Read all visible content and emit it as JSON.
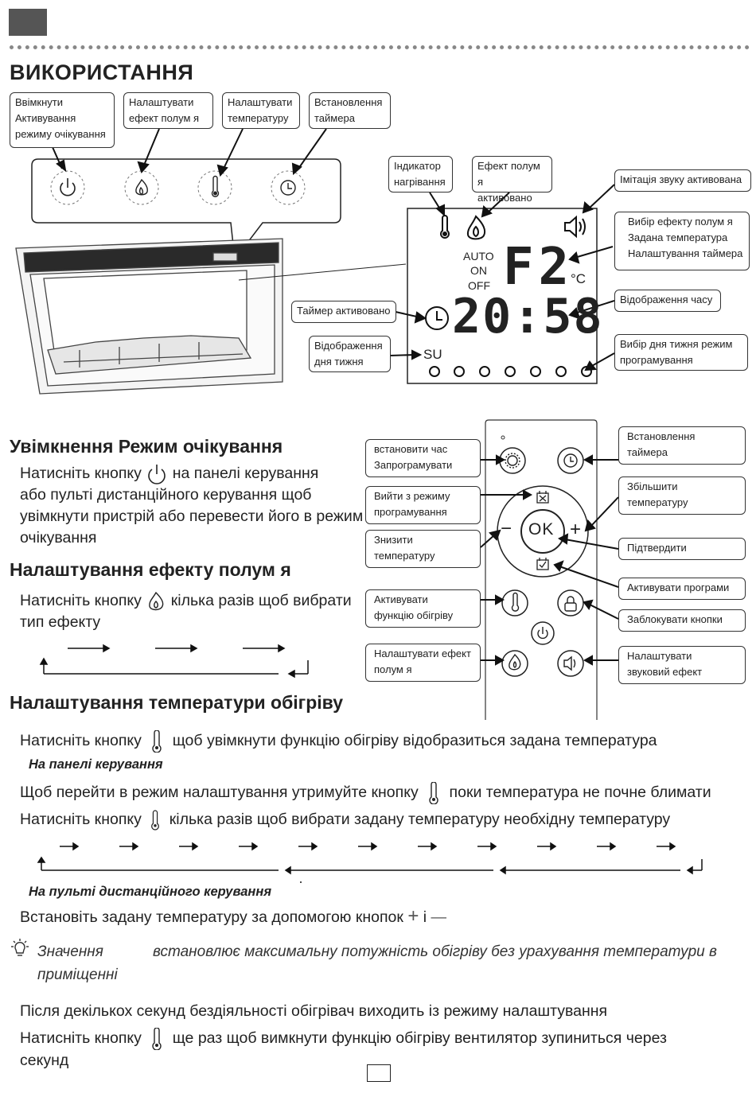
{
  "header": {
    "section_tab_color": "#555555",
    "title": "ВИКОРИСТАННЯ"
  },
  "panel_labels": [
    {
      "lines": [
        "Ввімкнути",
        "Активування",
        "режиму очікування"
      ]
    },
    {
      "lines": [
        "Налаштувати",
        "ефект полум я"
      ]
    },
    {
      "lines": [
        "Налаштувати",
        "температуру"
      ]
    },
    {
      "lines": [
        "Встановлення",
        "таймера"
      ]
    }
  ],
  "panel_icons": [
    "power-icon",
    "flame-icon",
    "thermometer-icon",
    "clock-icon"
  ],
  "display_labels": {
    "heat_indicator": [
      "Індикатор",
      "нагрівання"
    ],
    "flame_active": [
      "Ефект полум я",
      "активовано"
    ],
    "sound_active": [
      "Імітація звуку активована"
    ],
    "select_group": [
      "Вибір ефекту полум я",
      "Задана температура",
      "Налаштування таймера"
    ],
    "time_display": [
      "Відображення часу"
    ],
    "timer_active": [
      "Таймер активовано"
    ],
    "day_display": [
      "Відображення",
      "дня тижня"
    ],
    "day_select": [
      "Вибір дня тижня  режим",
      "програмування"
    ]
  },
  "lcd": {
    "mode_auto": "AUTO",
    "mode_on": "ON",
    "mode_off": "OFF",
    "setting": "F2",
    "unit": "°C",
    "time": "20:58",
    "day": "SU",
    "day_dots": 7
  },
  "sections": {
    "standby": {
      "heading": "Увімкнення  Режим очікування",
      "line1_a": "Натисніть кнопку",
      "line1_b": "на панелі керування",
      "line2": "або пульті дистанційного керування  щоб",
      "line3": "увімкнути пристрій або перевести його в режим",
      "line4": "очікування"
    },
    "flame": {
      "heading": "Налаштування ефекту полум я",
      "line1_a": "Натисніть кнопку",
      "line1_b": "кілька разів  щоб вибрати",
      "line2": "тип ефекту"
    },
    "temp": {
      "heading": "Налаштування температури обігріву",
      "line1_a": "Натисніть кнопку",
      "line1_b": "щоб увімкнути функцію обігріву  відобразиться задана температура",
      "panel_note": "На панелі керування",
      "line2_a": "Щоб перейти в режим налаштування утримуйте кнопку",
      "line2_b": "поки температура не почне блимати",
      "line3_a": "Натисніть кнопку",
      "line3_b": "кілька разів  щоб вибрати задану температуру  необхідну температуру",
      "remote_note": "На пульті дистанційного керування",
      "line4": "Встановіть задану температуру за допомогою кнопок",
      "line4_plus": "+",
      "line4_and": "і",
      "line4_minus": "—",
      "tip_a": "Значення",
      "tip_b": "встановлює максимальну потужність обігріву без урахування температури в",
      "tip_c": "приміщенні",
      "line5": "Після декількох секунд бездіяльності обігрівач виходить із режиму налаштування",
      "line6_a": "Натисніть кнопку",
      "line6_b": "ще раз  щоб вимкнути функцію обігріву  вентилятор зупиниться через",
      "line7": "секунд"
    }
  },
  "remote_labels": {
    "set_time": [
      "встановити час",
      "Запрограмувати"
    ],
    "exit_prog": [
      "Вийти з режиму",
      "програмування"
    ],
    "temp_down": [
      "Знизити",
      "температуру"
    ],
    "heat_on": [
      "Активувати",
      "функцію обігріву"
    ],
    "flame_set": [
      "Налаштувати ефект",
      "полум я"
    ],
    "timer_set": [
      "Встановлення",
      "таймера"
    ],
    "temp_up": [
      "Збільшити",
      "температуру"
    ],
    "confirm": [
      "Підтвердити"
    ],
    "activate_prog": [
      "Активувати програми"
    ],
    "lock": [
      "Заблокувати кнопки"
    ],
    "sound_set": [
      "Налаштувати",
      "звуковий ефект"
    ]
  },
  "remote": {
    "ok_label": "OK",
    "plus": "+",
    "minus": "−"
  }
}
